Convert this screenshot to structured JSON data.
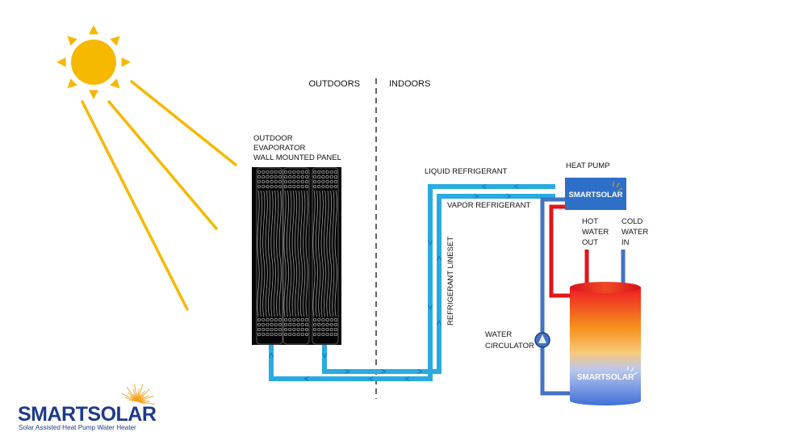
{
  "regions": {
    "outdoors": "OUTDOORS",
    "indoors": "INDOORS"
  },
  "panel": {
    "label_lines": [
      "OUTDOOR",
      "EVAPORATOR",
      "WALL MOUNTED PANEL"
    ]
  },
  "lines": {
    "liquid": "LIQUID REFRIGERANT",
    "vapor": "VAPOR REFRIGERANT",
    "lineset": "REFRIGERANT LINESET"
  },
  "heat_pump": {
    "label": "HEAT PUMP",
    "badge": "SMARTSOLAR"
  },
  "tank": {
    "hot_lines": [
      "HOT",
      "WATER",
      "OUT"
    ],
    "cold_lines": [
      "COLD",
      "WATER",
      "IN"
    ],
    "badge": "SMARTSOLAR"
  },
  "circulator": {
    "label_lines": [
      "WATER",
      "CIRCULATOR"
    ]
  },
  "logo": {
    "brand_part1": "SMART",
    "brand_part2": "SOLAR",
    "tagline": "Solar Assisted Heat Pump Water Heater"
  },
  "colors": {
    "sun": "#F6B800",
    "refrigerant": "#29ABE2",
    "refrigerant_dark": "#1B75BB",
    "hot": "#E3141B",
    "cold": "#4472C4",
    "heat_pump": "#2E6FC7",
    "logo_blue": "#1E3A8A",
    "logo_orange": "#F4A11D"
  },
  "icons": {
    "sun": "sun-icon",
    "circulator": "pump-icon",
    "logo_rays": "sunburst-icon"
  }
}
